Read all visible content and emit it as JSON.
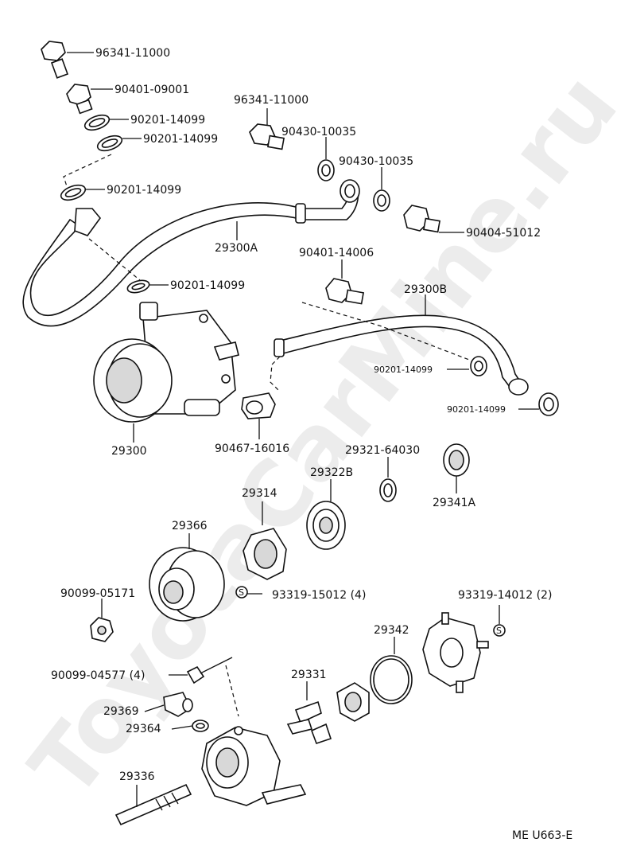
{
  "watermark": "ToyotaCarMine.ru",
  "footer_code": "ME  U663-E",
  "parts": {
    "p96341_top": "96341-11000",
    "p90401_09001": "90401-09001",
    "p90201_a": "90201-14099",
    "p90201_b": "90201-14099",
    "p90201_c": "90201-14099",
    "p96341_mid": "96341-11000",
    "p90430_a": "90430-10035",
    "p90430_b": "90430-10035",
    "p90404": "90404-51012",
    "p29300A": "29300A",
    "p90401_14006": "90401-14006",
    "p90201_d": "90201-14099",
    "p29300B": "29300B",
    "p90201_e": "90201-14099",
    "p90201_f": "90201-14099",
    "p29300": "29300",
    "p90467": "90467-16016",
    "p29321": "29321-64030",
    "p29322B": "29322B",
    "p29341A": "29341A",
    "p29314": "29314",
    "p29366": "29366",
    "p90099_05171": "90099-05171",
    "p93319_15012": "93319-15012 (4)",
    "p93319_14012": "93319-14012 (2)",
    "p29342": "29342",
    "p90099_04577": "90099-04577 (4)",
    "p29331": "29331",
    "p29369": "29369",
    "p29364": "29364",
    "p29336": "29336"
  }
}
